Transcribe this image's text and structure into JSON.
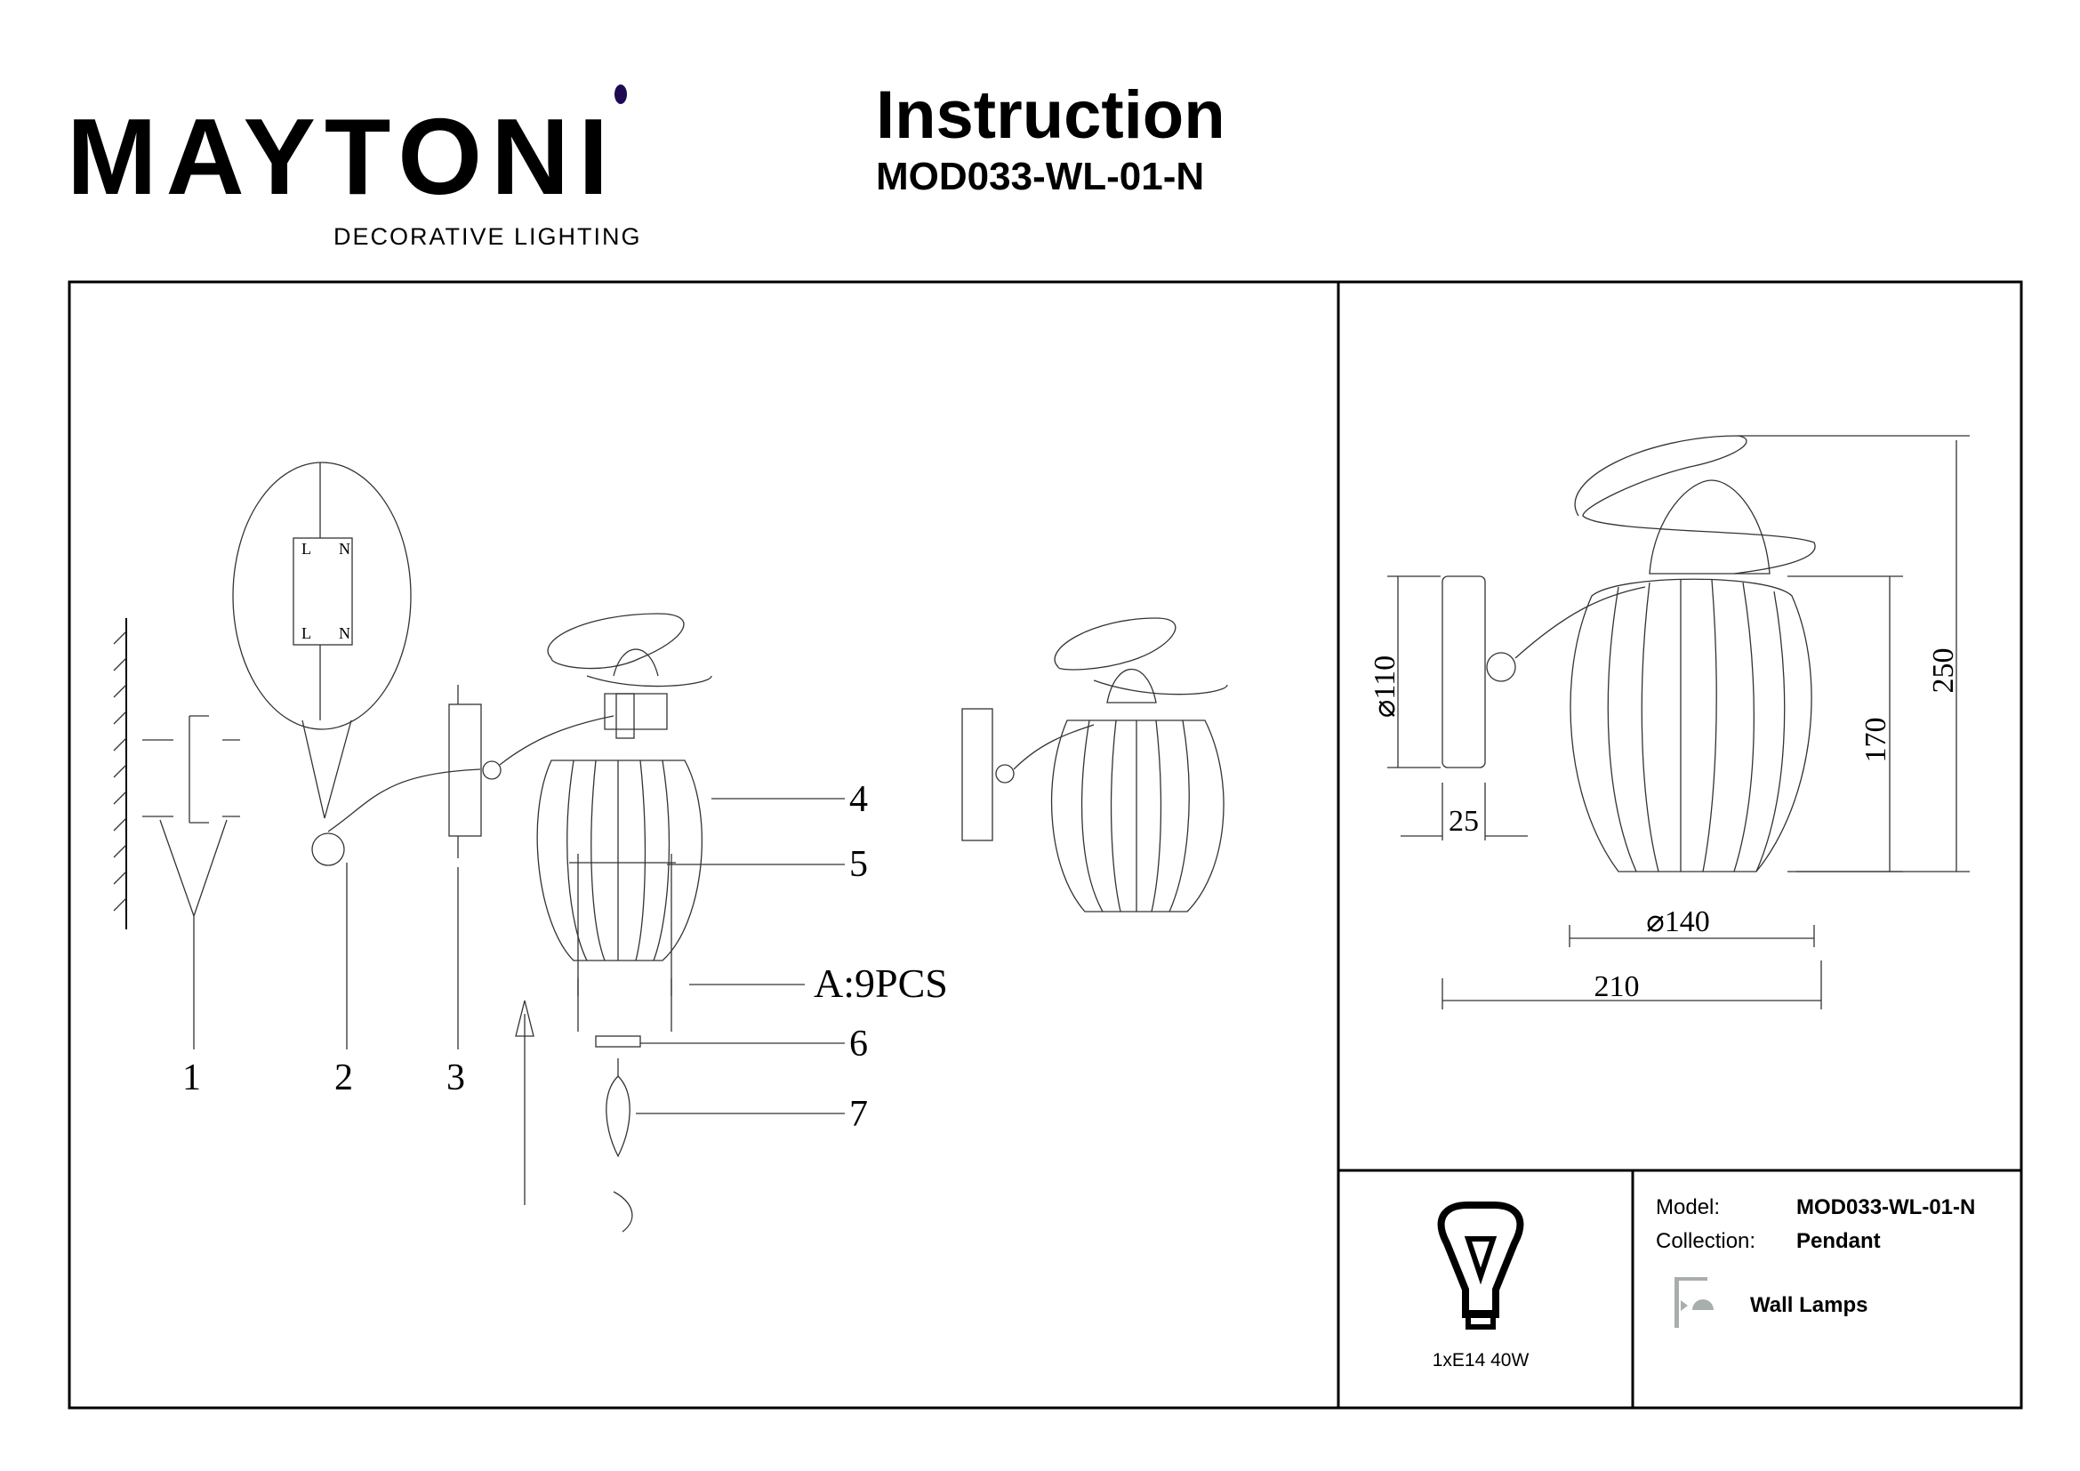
{
  "brand": {
    "name": "MAYTONI",
    "tagline": "DECORATIVE LIGHTING",
    "accent_color": "#1e0a50"
  },
  "header": {
    "title": "Instruction",
    "model_code": "MOD033-WL-01-N"
  },
  "assembly": {
    "wiring_labels": {
      "l": "L",
      "n": "N"
    },
    "part_numbers": [
      "1",
      "2",
      "3",
      "4",
      "5",
      "6",
      "7"
    ],
    "crystals_label": "A:9PCS"
  },
  "dimensions": {
    "backplate_diameter": "⌀110",
    "backplate_depth": "25",
    "shade_diameter": "⌀140",
    "total_depth": "210",
    "shade_height": "170",
    "total_height": "250"
  },
  "specs": {
    "bulb": "1xE14 40W",
    "model_label": "Model:",
    "model_value": "MOD033-WL-01-N",
    "collection_label": "Collection:",
    "collection_value": "Pendant",
    "type_icon": "wall-lamp-icon",
    "type_label": "Wall Lamps"
  }
}
